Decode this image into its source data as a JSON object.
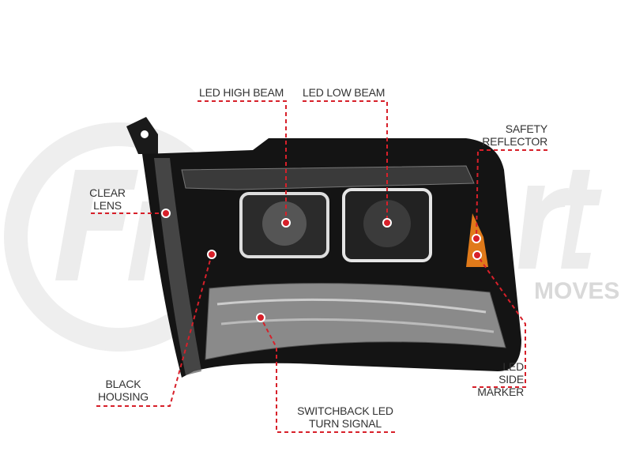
{
  "watermark": {
    "logo": "FinditParts",
    "tagline": "PARTS FOR EVERYTHING THAT MOVES"
  },
  "labels": {
    "high_beam": "LED HIGH BEAM",
    "low_beam": "LED LOW BEAM",
    "safety_reflector": [
      "SAFETY",
      "REFLECTOR"
    ],
    "clear_lens": [
      "CLEAR",
      "LENS"
    ],
    "side_marker": [
      "LED",
      "SIDE MARKER"
    ],
    "black_housing": [
      "BLACK",
      "HOUSING"
    ],
    "turn_signal": [
      "SWITCHBACK LED",
      "TURN SIGNAL"
    ]
  },
  "colors": {
    "leader": "#d7202a",
    "text": "#333333",
    "housing": "#111111",
    "amber": "#e07a1a"
  }
}
